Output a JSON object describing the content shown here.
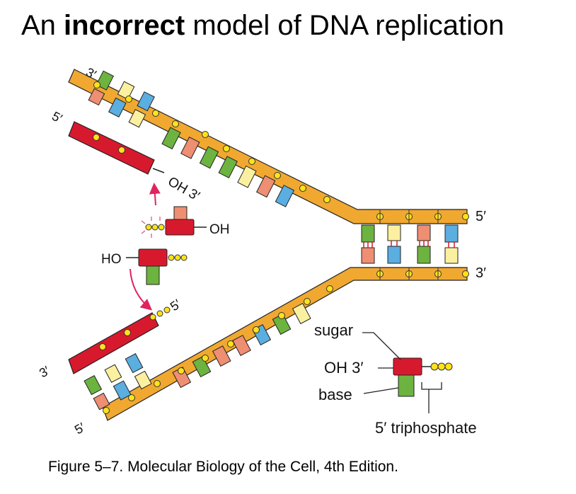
{
  "title": {
    "prefix": "An ",
    "emphasis": "incorrect",
    "suffix": " model of DNA replication"
  },
  "labels": {
    "top_3": "3′",
    "top_5": "5′",
    "oh_3": "OH 3′",
    "free_oh": "OH",
    "free_ho": "HO",
    "lower_5": "5′",
    "bottom_3": "3′",
    "bottom_5": "5′",
    "right_5": "5′",
    "right_3": "3′"
  },
  "legend": {
    "sugar": "sugar",
    "oh3": "OH 3′",
    "base": "base",
    "triphosphate": "5′ triphosphate"
  },
  "caption": "Figure 5–7. Molecular Biology of the Cell, 4th Edition.",
  "colors": {
    "backbone": "#f0a830",
    "sugar": "#d7192e",
    "phosphate": "#ffe21a",
    "base_green": "#6db33f",
    "base_blue": "#5aaee0",
    "base_salmon": "#ee8e72",
    "base_yellow": "#fbf0a0",
    "arrow": "#e0245e"
  }
}
